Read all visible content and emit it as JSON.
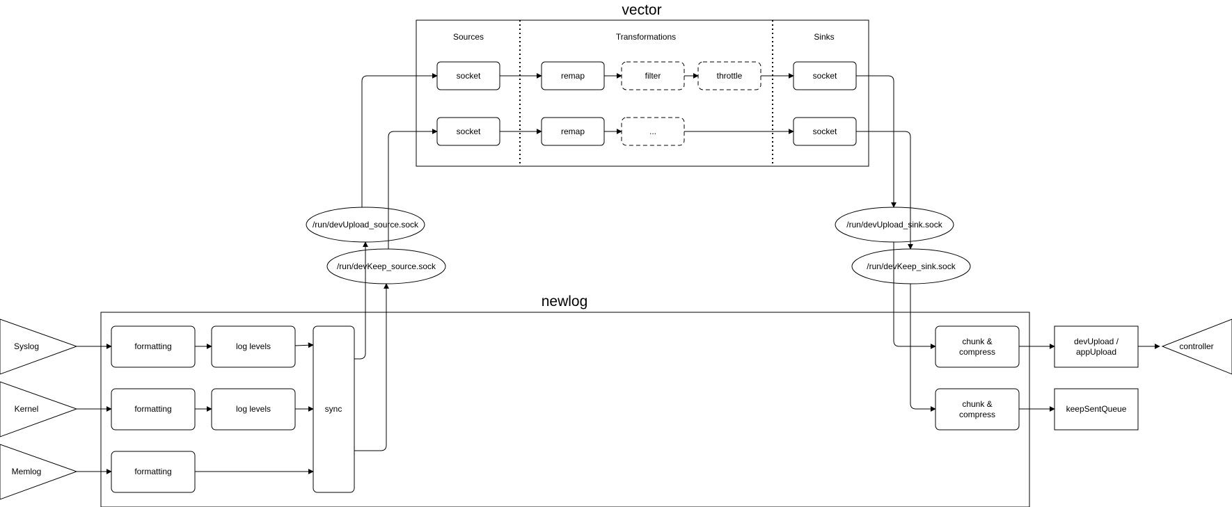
{
  "vector": {
    "title": "vector",
    "sources_label": "Sources",
    "transformations_label": "Transformations",
    "sinks_label": "Sinks",
    "source_socket_1": "socket",
    "source_socket_2": "socket",
    "remap_1": "remap",
    "remap_2": "remap",
    "filter": "filter",
    "throttle": "throttle",
    "ellipsis": "...",
    "sink_socket_1": "socket",
    "sink_socket_2": "socket"
  },
  "sockets": {
    "upload_source": "/run/devUpload_source.sock",
    "keep_source": "/run/devKeep_source.sock",
    "upload_sink": "/run/devUpload_sink.sock",
    "keep_sink": "/run/devKeep_sink.sock"
  },
  "newlog": {
    "title": "newlog",
    "syslog": "Syslog",
    "kernel": "Kernel",
    "memlog": "Memlog",
    "formatting_1": "formatting",
    "formatting_2": "formatting",
    "formatting_3": "formatting",
    "log_levels_1": "log levels",
    "log_levels_2": "log levels",
    "sync": "sync",
    "chunk_1": [
      "chunk &",
      "compress"
    ],
    "chunk_2": [
      "chunk &",
      "compress"
    ],
    "dev_upload": [
      "devUpload /",
      "appUpload"
    ],
    "keep_sent_queue": "keepSentQueue",
    "controller": "controller"
  }
}
